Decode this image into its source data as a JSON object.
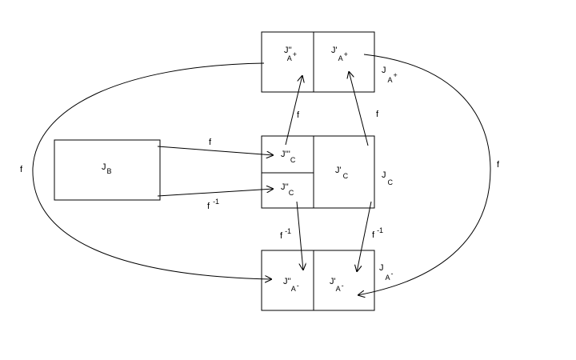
{
  "colors": {
    "stroke": "#000000",
    "background": "#ffffff"
  },
  "nodes": {
    "jb": {
      "base": "J",
      "sub": "B"
    },
    "jc_ppp": {
      "base": "J'''",
      "sub": "C"
    },
    "jc_pp": {
      "base": "J''",
      "sub": "C"
    },
    "jc_p": {
      "base": "J'",
      "sub": "C"
    },
    "jc": {
      "base": "J",
      "sub": "C"
    },
    "jap_pp": {
      "base": "J''",
      "sub": "A",
      "sup": "+"
    },
    "jap_p": {
      "base": "J'",
      "sub": "A",
      "sup": "+"
    },
    "jap": {
      "base": "J",
      "sub": "A",
      "sup": "+"
    },
    "jam_pp": {
      "base": "J''",
      "sub": "A",
      "sup": "-"
    },
    "jam_p": {
      "base": "J'",
      "sub": "A",
      "sup": "-"
    },
    "jam": {
      "base": "J",
      "sub": "A",
      "sup": "-"
    }
  },
  "edges": {
    "jb_to_jcppp": "f",
    "jb_to_jcpp": {
      "base": "f",
      "sup": "-1"
    },
    "jcppp_to_jappp": "f",
    "jcp_to_jap": "f",
    "jcpp_to_jampp": {
      "base": "f",
      "sup": "-1"
    },
    "jcp_to_jamp": {
      "base": "f",
      "sup": "-1"
    },
    "left_loop": "f",
    "right_loop": "f"
  }
}
